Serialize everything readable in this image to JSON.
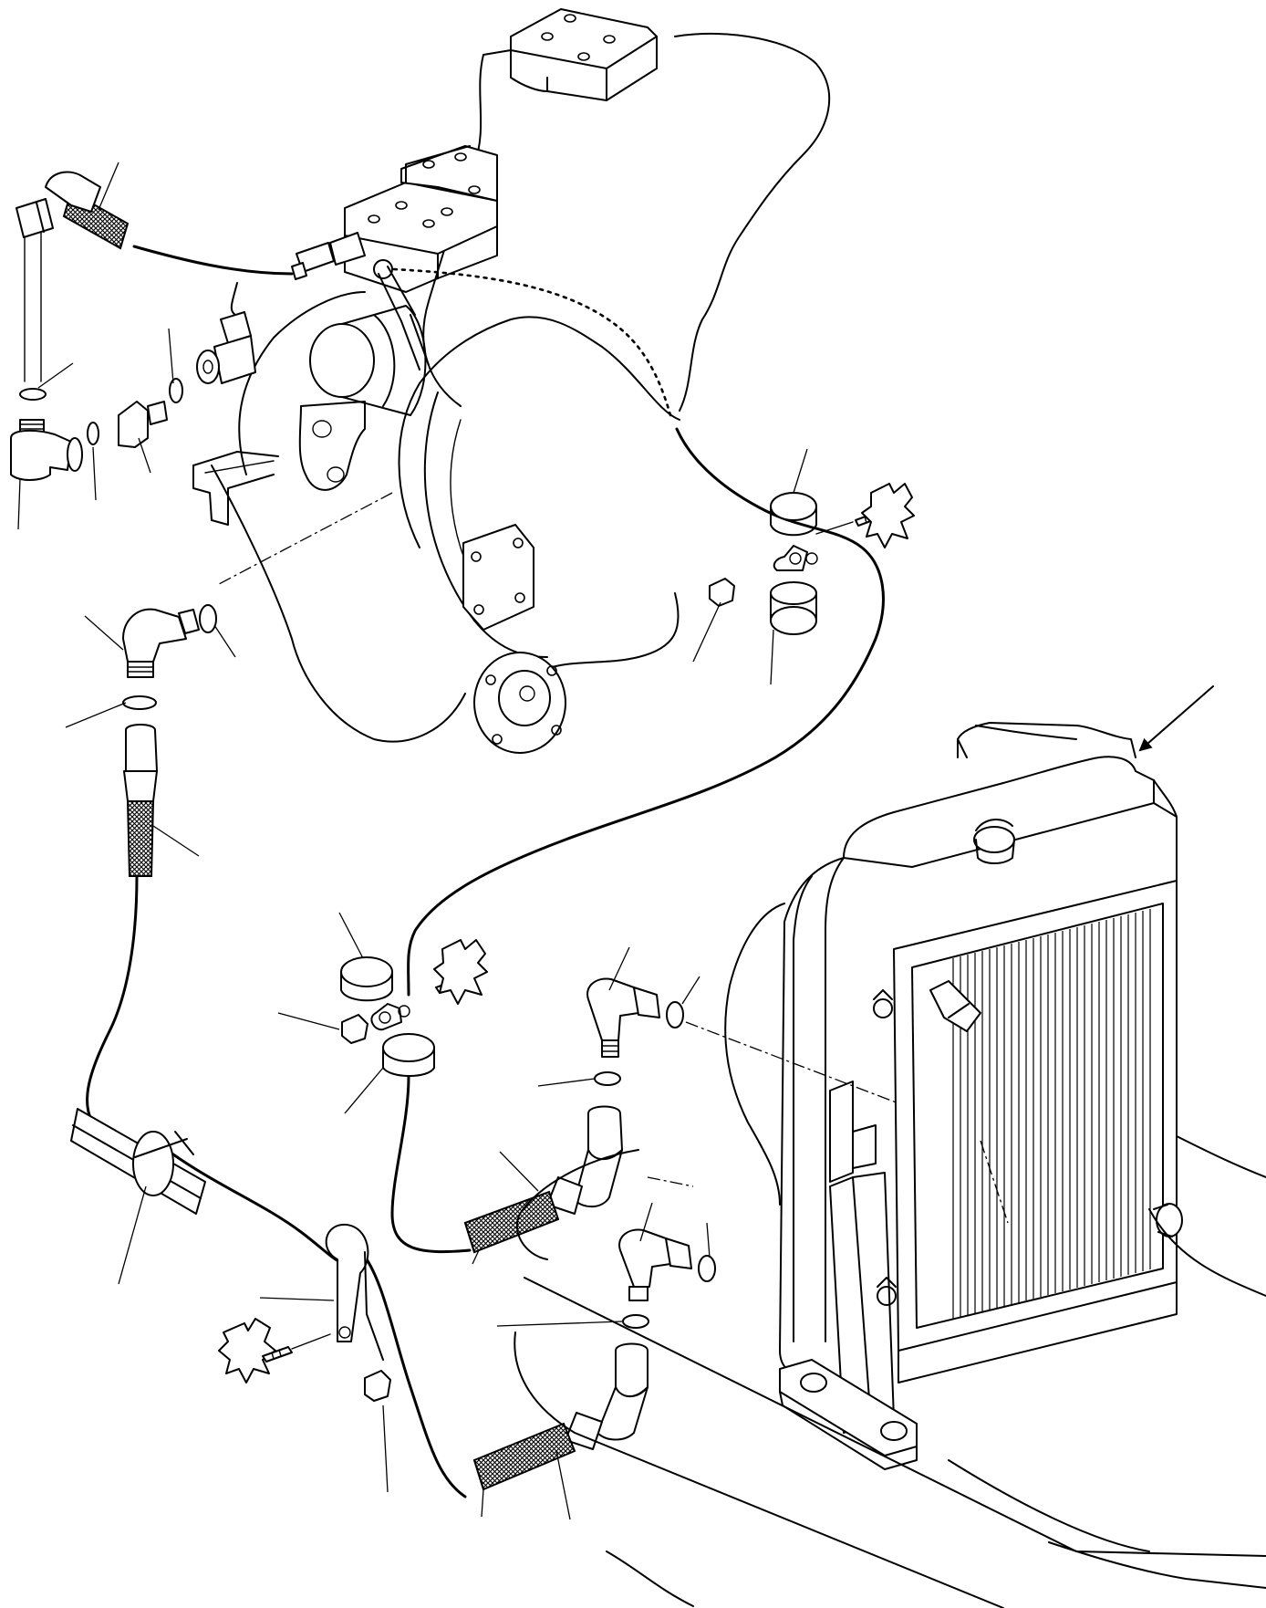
{
  "diagram": {
    "kind": "exploded parts illustration",
    "components": [
      {
        "id": "transmission-housing",
        "icon": "engine-block-outline"
      },
      {
        "id": "control-valve-block",
        "icon": "valve-block"
      },
      {
        "id": "radiator-oil-cooler",
        "icon": "radiator"
      },
      {
        "id": "upper-hose",
        "icon": "braided-hose"
      },
      {
        "id": "middle-hose",
        "icon": "braided-hose"
      },
      {
        "id": "lower-hose",
        "icon": "braided-hose"
      },
      {
        "id": "elbow-fittings",
        "icon": "elbow-fitting"
      },
      {
        "id": "o-rings",
        "icon": "o-ring"
      },
      {
        "id": "hose-clamps",
        "icon": "clamp"
      },
      {
        "id": "clamp-bolts",
        "icon": "bolt"
      },
      {
        "id": "nuts",
        "icon": "nut"
      },
      {
        "id": "view-arrow",
        "icon": "direction-arrow"
      }
    ],
    "callout_labels": []
  },
  "colors": {
    "line": "#000000",
    "background": "#ffffff"
  }
}
